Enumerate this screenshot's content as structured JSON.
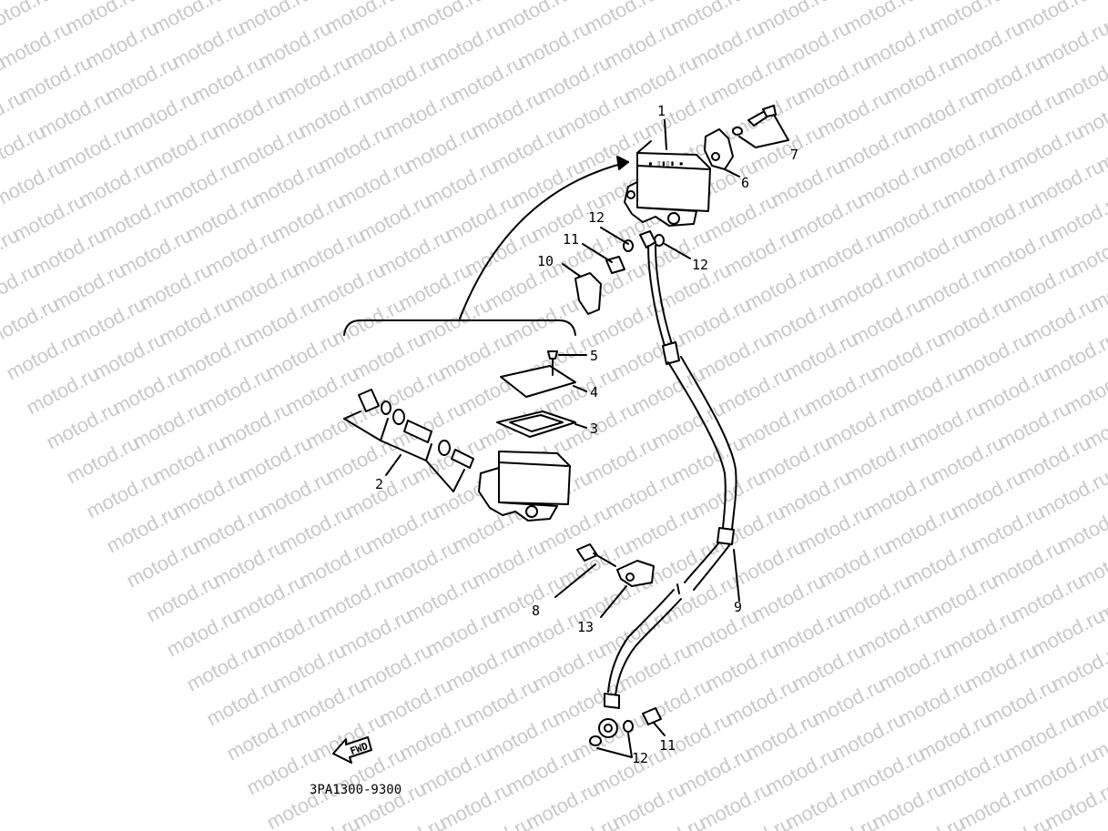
{
  "watermark": "motod.ru",
  "diagram_code": "3PA1300-9300",
  "fwd_label": "FWD",
  "callouts": {
    "c1": "1",
    "c2": "2",
    "c3": "3",
    "c4": "4",
    "c5": "5",
    "c6": "6",
    "c7": "7",
    "c8": "8",
    "c9": "9",
    "c10": "10",
    "c11a": "11",
    "c11b": "11",
    "c12a": "12",
    "c12b": "12",
    "c12c": "12",
    "c13": "13"
  }
}
